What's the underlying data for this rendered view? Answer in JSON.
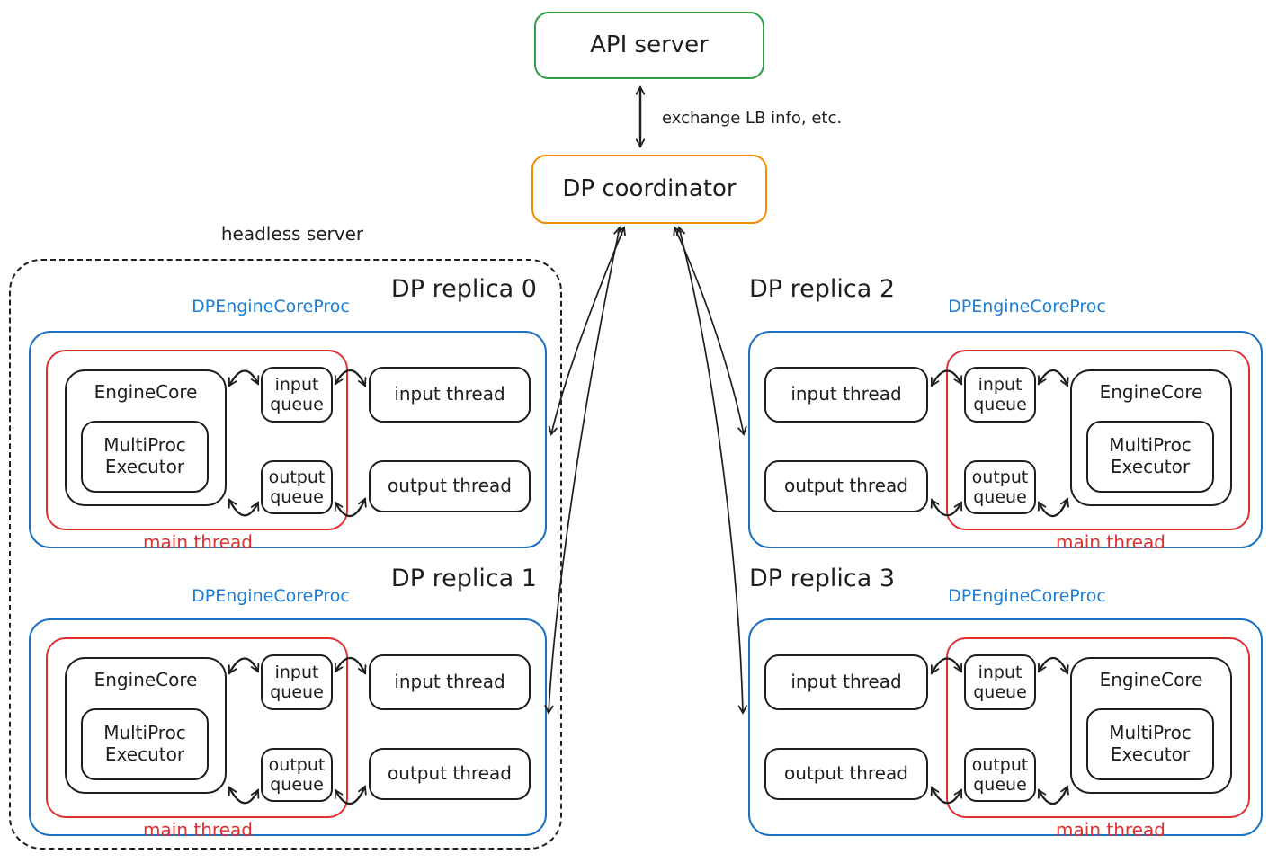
{
  "colors": {
    "green": "#2f9e44",
    "orange": "#f08c00",
    "blue_border": "#1971c2",
    "blue_text": "#1c7ed6",
    "red": "#e03131",
    "ink": "#1e1e1e"
  },
  "api_server": {
    "label": "API server"
  },
  "coordinator": {
    "label": "DP coordinator"
  },
  "link_label": "exchange LB info, etc.",
  "headless_server": {
    "label": "headless server"
  },
  "replicas": [
    {
      "title": "DP replica 0",
      "proc_label": "DPEngineCoreProc",
      "engine_core": "EngineCore",
      "executor": "MultiProc Executor",
      "input_queue": "input queue",
      "output_queue": "output queue",
      "input_thread": "input thread",
      "output_thread": "output thread",
      "main_thread": "main thread"
    },
    {
      "title": "DP replica 1",
      "proc_label": "DPEngineCoreProc",
      "engine_core": "EngineCore",
      "executor": "MultiProc Executor",
      "input_queue": "input queue",
      "output_queue": "output queue",
      "input_thread": "input thread",
      "output_thread": "output thread",
      "main_thread": "main thread"
    },
    {
      "title": "DP replica 2",
      "proc_label": "DPEngineCoreProc",
      "engine_core": "EngineCore",
      "executor": "MultiProc Executor",
      "input_queue": "input queue",
      "output_queue": "output queue",
      "input_thread": "input thread",
      "output_thread": "output thread",
      "main_thread": "main thread"
    },
    {
      "title": "DP replica 3",
      "proc_label": "DPEngineCoreProc",
      "engine_core": "EngineCore",
      "executor": "MultiProc Executor",
      "input_queue": "input queue",
      "output_queue": "output queue",
      "input_thread": "input thread",
      "output_thread": "output thread",
      "main_thread": "main thread"
    }
  ]
}
